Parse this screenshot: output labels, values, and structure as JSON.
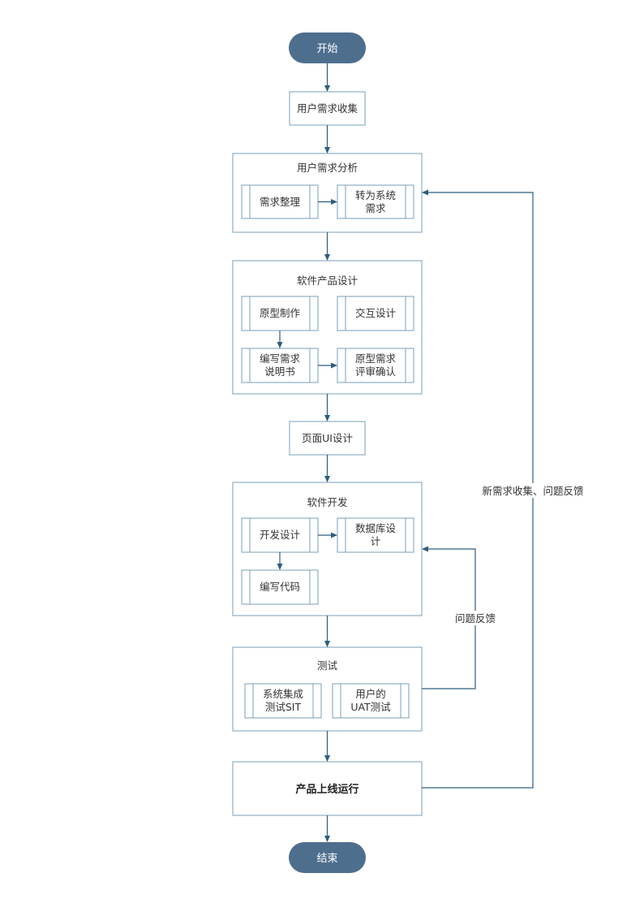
{
  "colors": {
    "terminal_fill": "#4e6e8e",
    "box_border": "#7a9fba",
    "arrow": "#2e5d7e",
    "text": "#333333"
  },
  "terminals": {
    "start": "开始",
    "end": "结束"
  },
  "steps": {
    "collect": "用户需求收集",
    "ui_design": "页面UI设计",
    "launch": "产品上线运行"
  },
  "groups": {
    "analysis": {
      "title": "用户需求分析",
      "items": [
        {
          "lines": [
            "需求整理"
          ]
        },
        {
          "lines": [
            "转为系统",
            "需求"
          ]
        }
      ]
    },
    "design": {
      "title": "软件产品设计",
      "items": [
        {
          "lines": [
            "原型制作"
          ]
        },
        {
          "lines": [
            "交互设计"
          ]
        },
        {
          "lines": [
            "编写需求",
            "说明书"
          ]
        },
        {
          "lines": [
            "原型需求",
            "评审确认"
          ]
        }
      ]
    },
    "dev": {
      "title": "软件开发",
      "items": [
        {
          "lines": [
            "开发设计"
          ]
        },
        {
          "lines": [
            "数据库设",
            "计"
          ]
        },
        {
          "lines": [
            "编写代码"
          ]
        }
      ]
    },
    "test": {
      "title": "测试",
      "items": [
        {
          "lines": [
            "系统集成",
            "测试SIT"
          ]
        },
        {
          "lines": [
            "用户的",
            "UAT测试"
          ]
        }
      ]
    }
  },
  "feedback": {
    "test_loop": "问题反馈",
    "launch_loop": "新需求收集、问题反馈"
  }
}
